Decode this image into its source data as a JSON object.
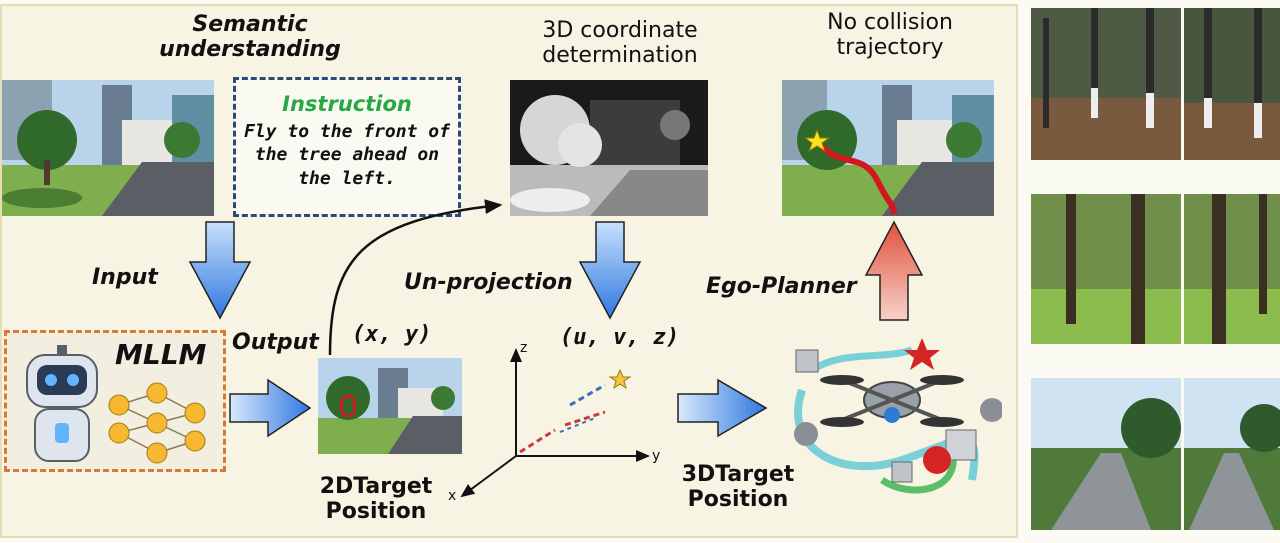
{
  "labels": {
    "semantic": "Semantic\nunderstanding",
    "coord": "3D coordinate\ndetermination",
    "nocollision": "No collision\ntrajectory",
    "input": "Input",
    "output": "Output",
    "unprojection": "Un-projection",
    "egoplanner": "Ego-Planner",
    "xy": "(x, y)",
    "uvz": "(u, v, z)",
    "target2d": "2DTarget\nPosition",
    "target3d": "3DTarget\nPosition",
    "mllm": "MLLM"
  },
  "instruction": {
    "title": "Instruction",
    "body": "Fly to the front of the tree ahead on the left."
  },
  "axes": {
    "z": "z",
    "y": "y",
    "x": "x"
  },
  "colors": {
    "arrow_blue": "#3a86e8",
    "arrow_red": "#e0604e",
    "instruction_green": "#27a845",
    "mllm_border": "#d77a36",
    "instr_border": "#2a4a7a"
  }
}
